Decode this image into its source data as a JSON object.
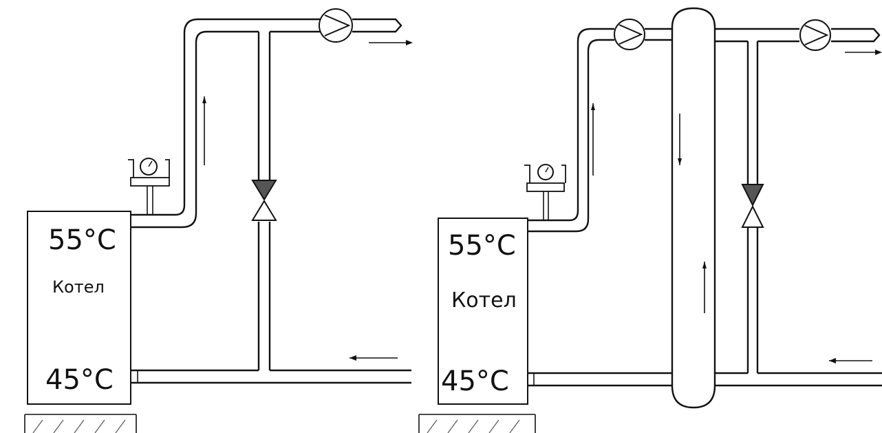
{
  "left_scheme": {
    "supply_temp": "55°C",
    "return_temp": "45°C",
    "boiler_label": "Котел"
  },
  "right_scheme": {
    "supply_temp": "55°C",
    "return_temp": "45°C",
    "boiler_label": "Котел"
  },
  "colors": {
    "line": "#111111",
    "valve_fill_dark": "#555555",
    "background": "#ffffff"
  }
}
